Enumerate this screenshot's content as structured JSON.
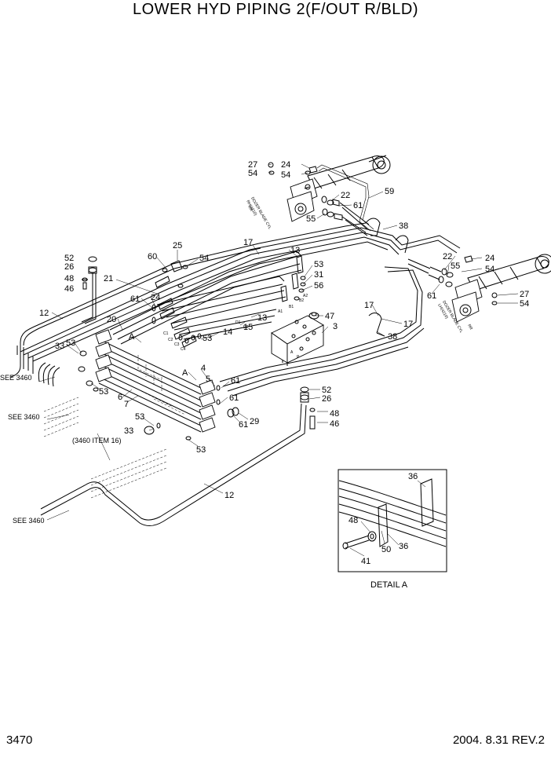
{
  "title": "LOWER HYD PIPING 2(F/OUT R/BLD)",
  "page_number": "3470",
  "footer_date_rev": "2004. 8.31  REV.2",
  "detail_caption": "DETAIL  A",
  "cyl_rh_label_1": "DOZER BLADE CYL",
  "cyl_rh_label_2": "RH(4210)",
  "cyl_rh_end": "RR",
  "cyl_lh_label_1": "DOZER BLADE CYL",
  "cyl_lh_label_2": "LH(4210)",
  "cyl_lh_end": "RR",
  "see_refs": [
    "SEE 3460",
    "SEE 3460",
    "SEE 3460"
  ],
  "item_ref": "(3460 ITEM 16)",
  "view_markers": [
    "A",
    "A"
  ],
  "callouts": [
    {
      "label": "27"
    },
    {
      "label": "54"
    },
    {
      "label": "24"
    },
    {
      "label": "54"
    },
    {
      "label": "22"
    },
    {
      "label": "61"
    },
    {
      "label": "55"
    },
    {
      "label": "59"
    },
    {
      "label": "17"
    },
    {
      "label": "38"
    },
    {
      "label": "25"
    },
    {
      "label": "60"
    },
    {
      "label": "54"
    },
    {
      "label": "52"
    },
    {
      "label": "26"
    },
    {
      "label": "48"
    },
    {
      "label": "46"
    },
    {
      "label": "21"
    },
    {
      "label": "13"
    },
    {
      "label": "53"
    },
    {
      "label": "31"
    },
    {
      "label": "56"
    },
    {
      "label": "22"
    },
    {
      "label": "24"
    },
    {
      "label": "55"
    },
    {
      "label": "54"
    },
    {
      "label": "61"
    },
    {
      "label": "27"
    },
    {
      "label": "54"
    },
    {
      "label": "61"
    },
    {
      "label": "24"
    },
    {
      "label": "12"
    },
    {
      "label": "20"
    },
    {
      "label": "47"
    },
    {
      "label": "3"
    },
    {
      "label": "17"
    },
    {
      "label": "17"
    },
    {
      "label": "13"
    },
    {
      "label": "15"
    },
    {
      "label": "14"
    },
    {
      "label": "53"
    },
    {
      "label": "38"
    },
    {
      "label": "33"
    },
    {
      "label": "53"
    },
    {
      "label": "4"
    },
    {
      "label": "5"
    },
    {
      "label": "53"
    },
    {
      "label": "6"
    },
    {
      "label": "61"
    },
    {
      "label": "7"
    },
    {
      "label": "61"
    },
    {
      "label": "33"
    },
    {
      "label": "53"
    },
    {
      "label": "61"
    },
    {
      "label": "29"
    },
    {
      "label": "53"
    },
    {
      "label": "52"
    },
    {
      "label": "26"
    },
    {
      "label": "48"
    },
    {
      "label": "46"
    },
    {
      "label": "12"
    },
    {
      "label": "36"
    },
    {
      "label": "48"
    },
    {
      "label": "50"
    },
    {
      "label": "36"
    },
    {
      "label": "41"
    }
  ],
  "port_marks": [
    "B2",
    "B1",
    "A1",
    "A2",
    "A",
    "P",
    "C1",
    "C2",
    "C3",
    "C4",
    "D1",
    "D2"
  ]
}
